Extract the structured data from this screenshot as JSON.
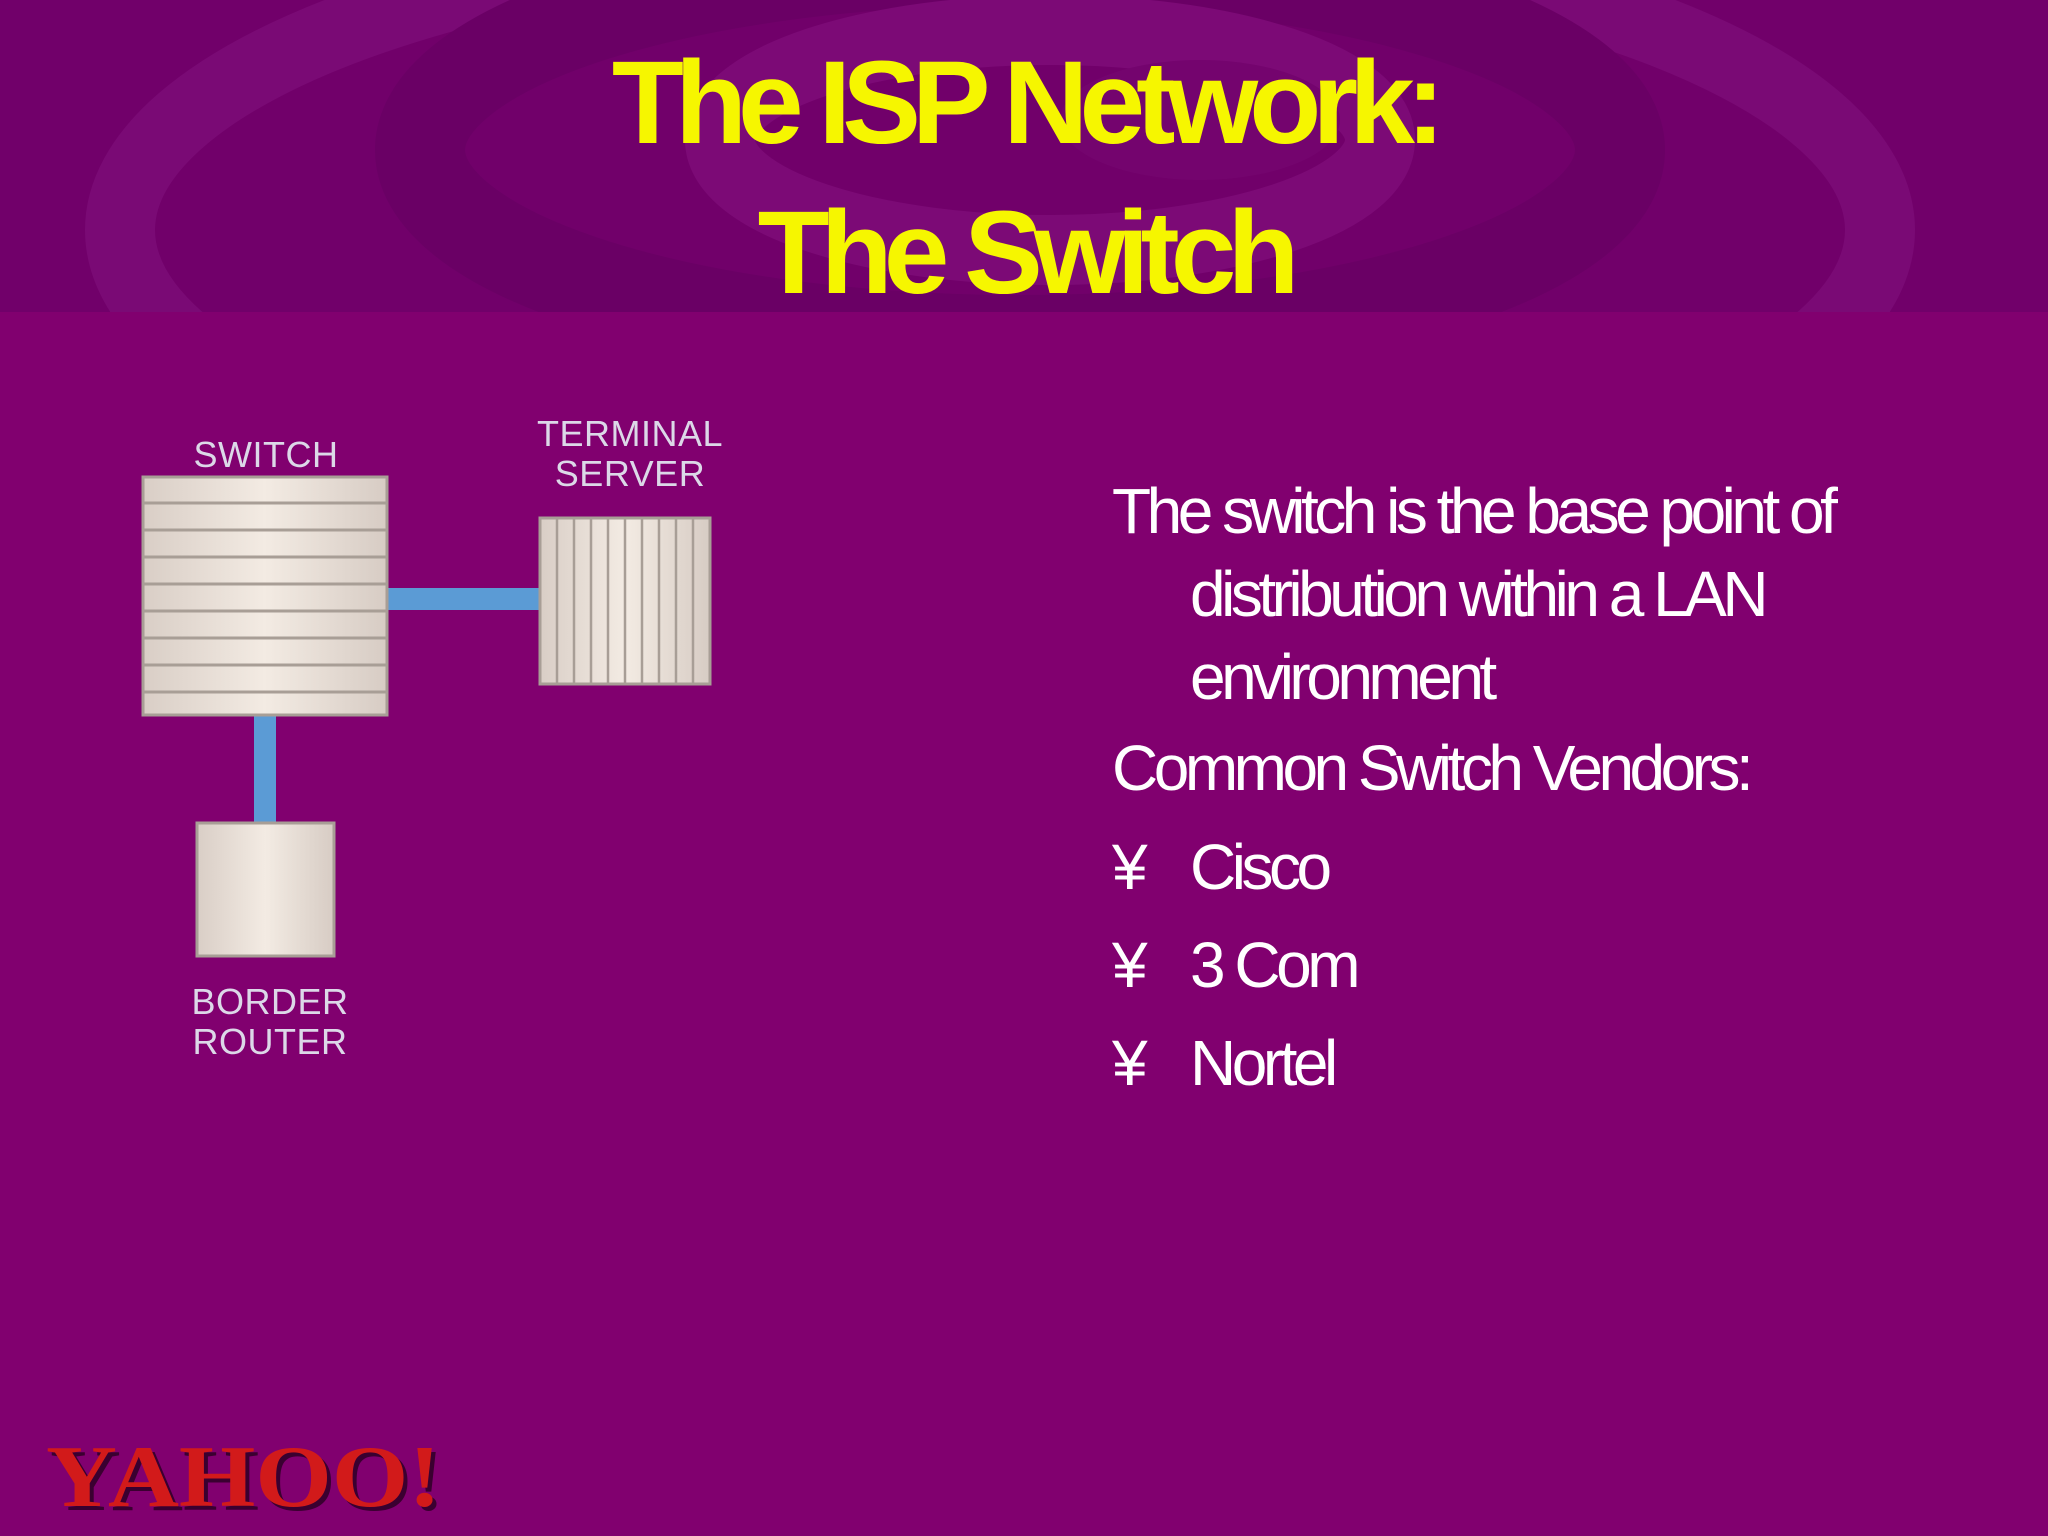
{
  "slide": {
    "title_lines": [
      "The ISP Network:",
      "The Switch"
    ],
    "colors": {
      "background": "#81006f",
      "banner": "#71006a",
      "title": "#f6f600",
      "body_text": "#ffffff",
      "device_fill": "#eadfd6",
      "link": "#5b9bd5"
    }
  },
  "diagram": {
    "switch_label": "SWITCH",
    "terminal_server_label": [
      "TERMINAL",
      "SERVER"
    ],
    "border_router_label": [
      "BORDER",
      "ROUTER"
    ]
  },
  "content": {
    "paragraph": "The switch is the base point of distribution within a LAN environment",
    "vendors_heading": "Common Switch Vendors:",
    "bullet_char": "¥",
    "vendors": [
      "Cisco",
      "3 Com",
      "Nortel"
    ]
  },
  "logo": {
    "text": "YAHOO!"
  }
}
